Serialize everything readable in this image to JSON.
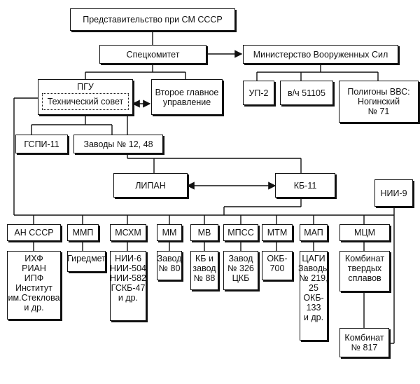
{
  "top": "Представительство при СМ СССР",
  "spec": "Спецкомитет",
  "min": "Министерство Вооруженных Сил",
  "pgu": "ПГУ",
  "tech_council": "Технический совет",
  "vgu": "Второе главное\nуправление",
  "up2": "УП-2",
  "vch": "в/ч 51105",
  "poly": "Полигоны ВВС:\nНогинский\n№ 71",
  "gspi": "ГСПИ-11",
  "zavody": "Заводы № 12, 48",
  "lipan": "ЛИПАН",
  "kb11": "КБ-11",
  "nii9": "НИИ-9",
  "orgs": [
    {
      "head": "АН СССР",
      "body": "ИХФ\nРИАН\nИПФ\nИнститут\nим.Стеклова\nи др."
    },
    {
      "head": "ММП",
      "body": "Гиредмет"
    },
    {
      "head": "МСХМ",
      "body": "НИИ-6\nНИИ-504\nНИИ-582\nГСКБ-47\nи др."
    },
    {
      "head": "ММ",
      "body": "Завод\n№ 80"
    },
    {
      "head": "МВ",
      "body": "КБ и\nзавод\n№ 88"
    },
    {
      "head": "МПСС",
      "body": "Завод\n№ 326\nЦКБ"
    },
    {
      "head": "МТМ",
      "body": "ОКБ-\n700"
    },
    {
      "head": "МАП",
      "body": "ЦАГИ\nЗаводы\n№ 219,\n25\nОКБ-\n133\nи др."
    },
    {
      "head": "МЦМ",
      "body": "Комбинат\nтвердых\nсплавов"
    }
  ],
  "kombinat817": "Комбинат\n№ 817"
}
